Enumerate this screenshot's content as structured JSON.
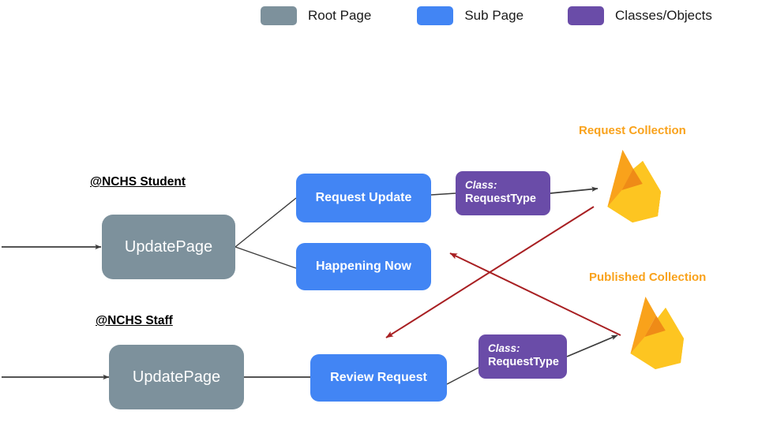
{
  "legend": {
    "items": [
      {
        "label": "Root Page",
        "color": "#7d919c",
        "name": "legend-root-page"
      },
      {
        "label": "Sub Page",
        "color": "#4285f4",
        "name": "legend-sub-page"
      },
      {
        "label": "Classes/Objects",
        "color": "#6a4ca8",
        "name": "legend-classes-objects"
      }
    ]
  },
  "sections": [
    {
      "title": "@NCHS Student"
    },
    {
      "title": "@NCHS Staff"
    }
  ],
  "nodes": {
    "student_root": "UpdatePage",
    "staff_root": "UpdatePage",
    "request_update": "Request Update",
    "happening_now": "Happening Now",
    "review_request": "Review Request"
  },
  "classes": [
    {
      "kind": "Class:",
      "name": "RequestType"
    },
    {
      "kind": "Class:",
      "name": "RequestType"
    }
  ],
  "stores": [
    {
      "label": "Request Collection",
      "icon": "firebase-icon"
    },
    {
      "label": "Published Collection",
      "icon": "firebase-icon"
    }
  ],
  "colors": {
    "root_page": "#7d919c",
    "sub_page": "#4285f4",
    "class_object": "#6a4ca8",
    "store_label": "#f9a21b",
    "connector": "#3c3c3c",
    "cross_arrow": "#a81f22",
    "background": "#ffffff"
  }
}
